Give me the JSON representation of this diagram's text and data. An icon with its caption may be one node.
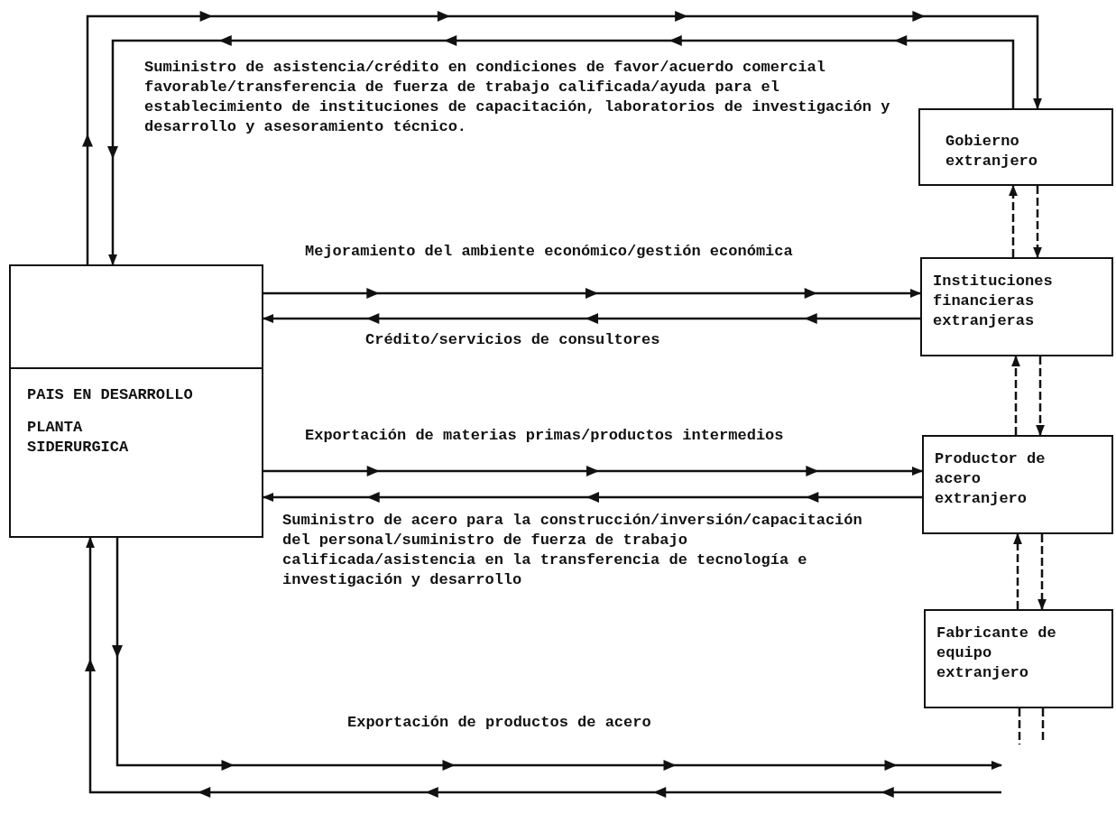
{
  "diagram": {
    "nodes": [
      {
        "text": [
          "PAIS EN DESARROLLO",
          "PLANTA SIDERURGICA"
        ]
      },
      {
        "text": [
          "Gobierno extranjero"
        ]
      },
      {
        "text": [
          "Instituciones financieras extranjeras"
        ]
      },
      {
        "text": [
          "Productor de acero extranjero"
        ]
      },
      {
        "text": [
          "Fabricante de equipo extranjero"
        ]
      }
    ],
    "edges": [
      {
        "from": 0,
        "to": 1,
        "arrow": "to"
      },
      {
        "from": 1,
        "to": 0,
        "arrow": "to",
        "label": "Suministro de asistencia/crédito en condiciones de favor/acuerdo comercial favorable/transferencia de fuerza de trabajo calificada/ayuda para el establecimiento de instituciones de capacitación, laboratorios de investigación y desarrollo y asesoramiento técnico."
      },
      {
        "from": 0,
        "to": 2,
        "arrow": "to",
        "label": "Mejoramiento del ambiente económico/gestión económica"
      },
      {
        "from": 2,
        "to": 0,
        "arrow": "to",
        "label": "Crédito/servicios de consultores"
      },
      {
        "from": 0,
        "to": 3,
        "arrow": "to",
        "label": "Exportación de materias primas/productos intermedios"
      },
      {
        "from": 3,
        "to": 0,
        "arrow": "to",
        "label": "Suministro de acero para la construcción/inversión/capacitación del personal/suministro de fuerza de trabajo calificada/asistencia en la transferencia de tecnología e investigación y desarrollo"
      },
      {
        "from": 0,
        "to": null,
        "arrow": "to",
        "label": "Exportación de productos de acero"
      },
      {
        "from": null,
        "to": 0,
        "arrow": "to"
      },
      {
        "from": 2,
        "to": 1,
        "arrow": "to",
        "style": "dashed"
      },
      {
        "from": 1,
        "to": 2,
        "arrow": "to",
        "style": "dashed"
      },
      {
        "from": 3,
        "to": 2,
        "arrow": "to",
        "style": "dashed"
      },
      {
        "from": 2,
        "to": 3,
        "arrow": "to",
        "style": "dashed"
      },
      {
        "from": 4,
        "to": 3,
        "arrow": "to",
        "style": "dashed"
      },
      {
        "from": 3,
        "to": 4,
        "arrow": "to",
        "style": "dashed"
      },
      {
        "from": 4,
        "to": null,
        "arrow": "none",
        "style": "dashed"
      },
      {
        "from": 4,
        "to": null,
        "arrow": "none",
        "style": "dashed"
      }
    ]
  }
}
